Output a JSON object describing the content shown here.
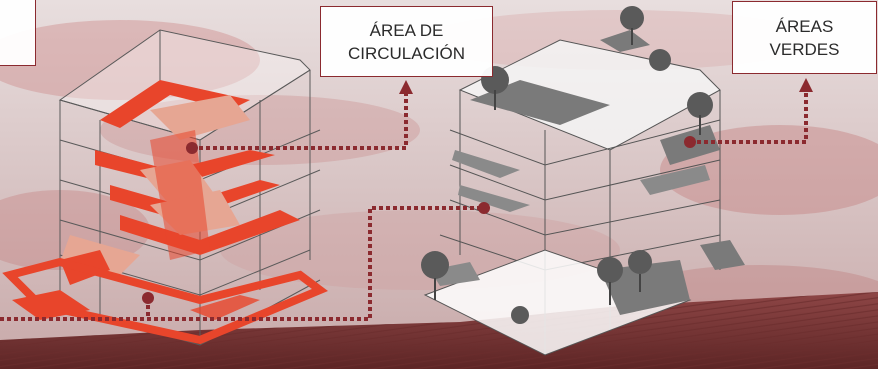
{
  "labels": {
    "circulation": {
      "line1": "ÁREA DE",
      "line2": "CIRCULACIÓN"
    },
    "green_areas": {
      "line1": "ÁREAS",
      "line2": "VERDES"
    }
  },
  "colors": {
    "accent": "#8b2a2f",
    "circulation_fill": "#e8452b",
    "circulation_light": "#e6a693",
    "green_area_fill": "#7a7a7a",
    "sky": "#d9c9c9",
    "ground": "#7d3838"
  }
}
